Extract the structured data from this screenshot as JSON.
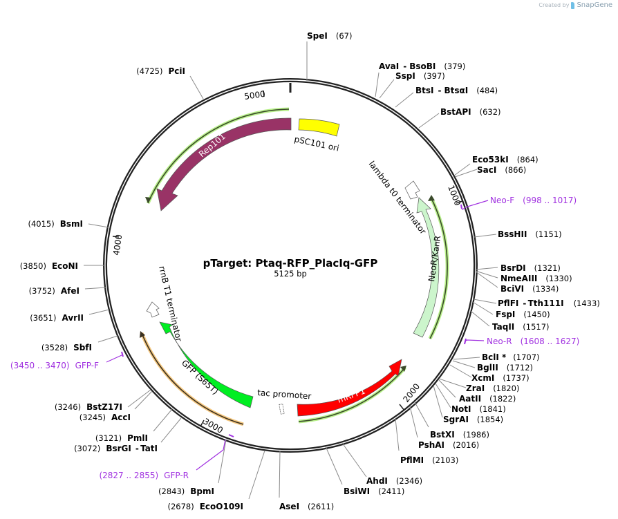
{
  "credit": {
    "prefix": "Created by",
    "brand": "SnapGene"
  },
  "plasmid": {
    "name": "pTarget: Ptaq-RFP_PlacIq-GFP",
    "length_label": "5125 bp",
    "length": 5125
  },
  "ticks": [
    {
      "label": "1000",
      "pos": 1000
    },
    {
      "label": "2000",
      "pos": 2000
    },
    {
      "label": "3000",
      "pos": 3000
    },
    {
      "label": "4000",
      "pos": 4000
    },
    {
      "label": "5000",
      "pos": 5000
    }
  ],
  "features": [
    {
      "name": "pSC101 ori",
      "color": "#ffff00"
    },
    {
      "name": "lambda t0 terminator",
      "color": "#ffffff"
    },
    {
      "name": "NeoR/KanR",
      "color": "#ccf5cc"
    },
    {
      "name": "mRFP1",
      "color": "#ff0000"
    },
    {
      "name": "tac promoter",
      "color": "#ffffff"
    },
    {
      "name": "GFP (S65T)",
      "color": "#00ee22"
    },
    {
      "name": "rrnB T1 terminator",
      "color": "#ffffff"
    },
    {
      "name": "Rep101",
      "color": "#993366"
    }
  ],
  "enzymes": [
    {
      "name": "SpeI",
      "pos": "(67)"
    },
    {
      "name": "AvaI",
      "name2": "BsoBI",
      "pos": "(379)"
    },
    {
      "name": "SspI",
      "pos": "(397)"
    },
    {
      "name": "BtsI",
      "name2": "BtsαI",
      "pos": "(484)"
    },
    {
      "name": "BstAPI",
      "pos": "(632)"
    },
    {
      "name": "Eco53kI",
      "pos": "(864)"
    },
    {
      "name": "SacI",
      "pos": "(866)"
    },
    {
      "name": "BssHII",
      "pos": "(1151)"
    },
    {
      "name": "BsrDI",
      "pos": "(1321)"
    },
    {
      "name": "NmeAIII",
      "pos": "(1330)"
    },
    {
      "name": "BciVI",
      "pos": "(1334)"
    },
    {
      "name": "PflFI",
      "name2": "Tth111I",
      "pos": "(1433)"
    },
    {
      "name": "FspI",
      "pos": "(1450)"
    },
    {
      "name": "TaqII",
      "pos": "(1517)"
    },
    {
      "name": "BclI *",
      "pos": "(1707)"
    },
    {
      "name": "BglII",
      "pos": "(1712)"
    },
    {
      "name": "XcmI",
      "pos": "(1737)"
    },
    {
      "name": "ZraI",
      "pos": "(1820)"
    },
    {
      "name": "AatII",
      "pos": "(1822)"
    },
    {
      "name": "NotI",
      "pos": "(1841)"
    },
    {
      "name": "SgrAI",
      "pos": "(1854)"
    },
    {
      "name": "BstXI",
      "pos": "(1986)"
    },
    {
      "name": "PshAI",
      "pos": "(2016)"
    },
    {
      "name": "PflMI",
      "pos": "(2103)"
    },
    {
      "name": "AhdI",
      "pos": "(2346)"
    },
    {
      "name": "BsiWI",
      "pos": "(2411)"
    },
    {
      "name": "AseI",
      "pos": "(2611)"
    },
    {
      "name": "EcoO109I",
      "pos": "(2678)"
    },
    {
      "name": "BpmI",
      "pos": "(2843)"
    },
    {
      "name": "BsrGI",
      "name2": "TatI",
      "pos": "(3072)"
    },
    {
      "name": "PmlI",
      "pos": "(3121)"
    },
    {
      "name": "AccI",
      "pos": "(3245)"
    },
    {
      "name": "BstZ17I",
      "pos": "(3246)"
    },
    {
      "name": "SbfI",
      "pos": "(3528)"
    },
    {
      "name": "AvrII",
      "pos": "(3651)"
    },
    {
      "name": "AfeI",
      "pos": "(3752)"
    },
    {
      "name": "EcoNI",
      "pos": "(3850)"
    },
    {
      "name": "BsmI",
      "pos": "(4015)"
    },
    {
      "name": "PciI",
      "pos": "(4725)"
    }
  ],
  "primers": [
    {
      "name": "Neo-F",
      "range": "(998 .. 1017)"
    },
    {
      "name": "Neo-R",
      "range": "(1608 .. 1627)"
    },
    {
      "name": "GFP-R",
      "range": "(2827 .. 2855)"
    },
    {
      "name": "GFP-F",
      "range": "(3450 .. 3470)"
    }
  ],
  "colors": {
    "primer": "#a030e0",
    "backbone": "#222222",
    "orf_green_glow": "#b8f08a",
    "orf_orange_glow": "#f5c880"
  }
}
